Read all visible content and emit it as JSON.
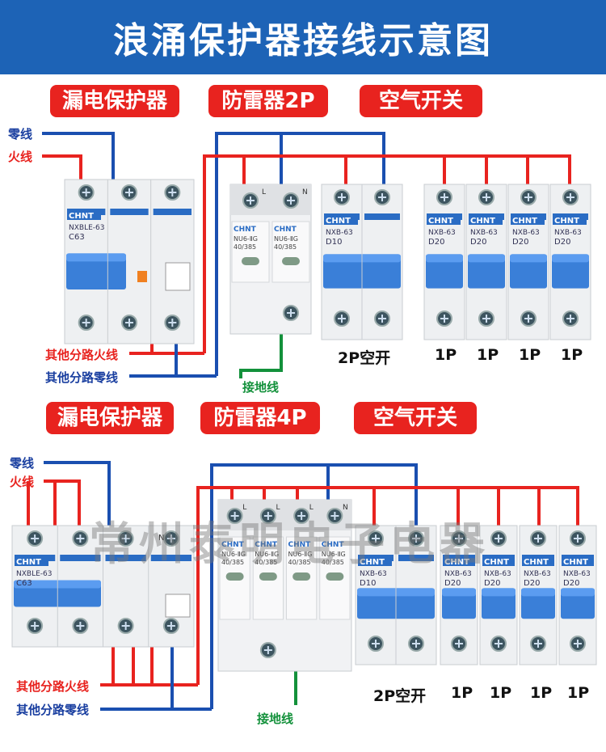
{
  "title": "浪涌保护器接线示意图",
  "colors": {
    "banner": "#1d63b6",
    "tag": "#e8231f",
    "live": "#e8231f",
    "neutral": "#1a4fb0",
    "ground": "#13913b",
    "handle": "#3a7fd8"
  },
  "top": {
    "tags": [
      "漏电保护器",
      "防雷器2P",
      "空气开关"
    ],
    "neutral_label": "零线",
    "live_label": "火线",
    "branch_live_label": "其他分路火线",
    "branch_neutral_label": "其他分路零线",
    "ground_label": "接地线",
    "captions": [
      "2P空开",
      "1P",
      "1P",
      "1P",
      "1P"
    ],
    "devices": {
      "rcd": {
        "brand": "CHNT",
        "model": "NXBLE-63",
        "rating": "C63"
      },
      "spd": {
        "brand": "CHNT",
        "model": "NU6-ⅡG",
        "rating": "40/385",
        "terminal_l": "L",
        "terminal_n": "N"
      },
      "breaker_2p": {
        "brand": "CHNT",
        "model": "NXB-63",
        "rating": "D10"
      },
      "breaker_1p": {
        "brand": "CHNT",
        "model": "NXB-63",
        "rating": "D20"
      }
    }
  },
  "bottom": {
    "tags": [
      "漏电保护器",
      "防雷器4P",
      "空气开关"
    ],
    "neutral_label": "零线",
    "live_label": "火线",
    "branch_live_label": "其他分路火线",
    "branch_neutral_label": "其他分路零线",
    "ground_label": "接地线",
    "captions": [
      "2P空开",
      "1P",
      "1P",
      "1P",
      "1P"
    ],
    "devices": {
      "rcd": {
        "brand": "CHNT",
        "model": "NXBLE-63",
        "rating": "C63",
        "terminal_n": "N"
      },
      "spd": {
        "brand": "CHNT",
        "model": "NU6-ⅡG",
        "rating": "40/385",
        "terminal_l": "L",
        "terminal_n": "N"
      },
      "breaker_2p": {
        "brand": "CHNT",
        "model": "NXB-63",
        "rating": "D10"
      },
      "breaker_1p": {
        "brand": "CHNT",
        "model": "NXB-63",
        "rating": "D20"
      }
    }
  },
  "watermark": "常州泰明电子电器"
}
